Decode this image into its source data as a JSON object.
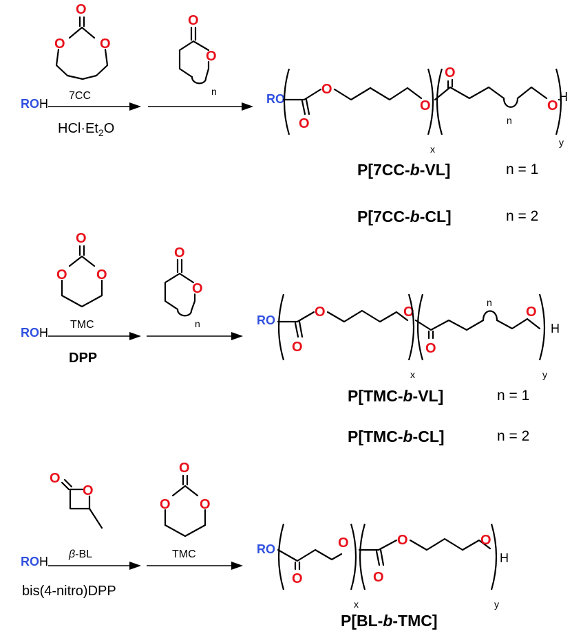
{
  "colors": {
    "oxygen": "#e8101a",
    "initiator": "#3050e0",
    "bond": "#000000"
  },
  "atoms": {
    "oxygen": "O",
    "hydrogen": "H",
    "initiator_ro": "RO",
    "hydroxyl_h": "H"
  },
  "indices": {
    "x": "x",
    "y": "y",
    "n": "n"
  },
  "reaction1": {
    "reagent1": "7CC",
    "catalyst_prefix": "HCl",
    "catalyst_dot": "·",
    "catalyst_main": "Et",
    "catalyst_sub": "2",
    "catalyst_tail": "O",
    "products": [
      {
        "prefix": "P[7CC-",
        "italic": "b",
        "suffix": "-VL]",
        "n_label": "n = 1"
      },
      {
        "prefix": "P[7CC-",
        "italic": "b",
        "suffix": "-CL]",
        "n_label": "n = 2"
      }
    ]
  },
  "reaction2": {
    "reagent1": "TMC",
    "catalyst": "DPP",
    "products": [
      {
        "prefix": "P[TMC-",
        "italic": "b",
        "suffix": "-VL]",
        "n_label": "n = 1"
      },
      {
        "prefix": "P[TMC-",
        "italic": "b",
        "suffix": "-CL]",
        "n_label": "n = 2"
      }
    ]
  },
  "reaction3": {
    "reagent1_greek": "β",
    "reagent1_rest": "-BL",
    "reagent2": "TMC",
    "catalyst": "bis(4-nitro)DPP",
    "product": {
      "prefix": "P[BL-",
      "italic": "b",
      "suffix": "-TMC]"
    }
  }
}
